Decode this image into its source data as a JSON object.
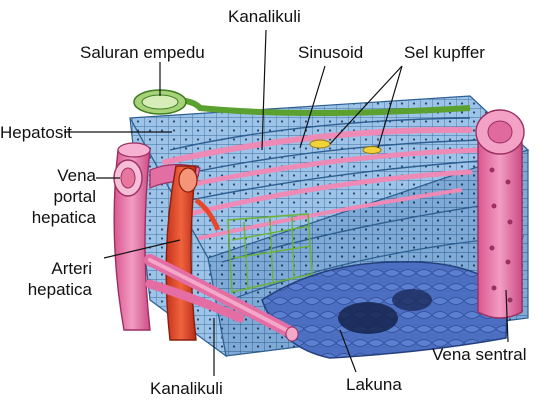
{
  "labels": {
    "kanalikuli_top": "Kanalikuli",
    "saluran_empedu": "Saluran empedu",
    "sinusoid": "Sinusoid",
    "sel_kupffer": "Sel kupffer",
    "hepatosit": "Hepatosit",
    "vena_portal_hepatica": "Vena\nportal\nhepatica",
    "arteri_hepatica": "Arteri\nhepatica",
    "vena_sentral": "Vena sentral",
    "kanalikuli_bottom": "Kanalikuli",
    "lakuna": "Lakuna"
  },
  "colors": {
    "hepatocyte_blue": "#9cc2e6",
    "vessel_pink": "#e96fa6",
    "artery_red": "#e5482c",
    "bile_green": "#6bb23a",
    "kupffer_yellow": "#f2d23a"
  }
}
